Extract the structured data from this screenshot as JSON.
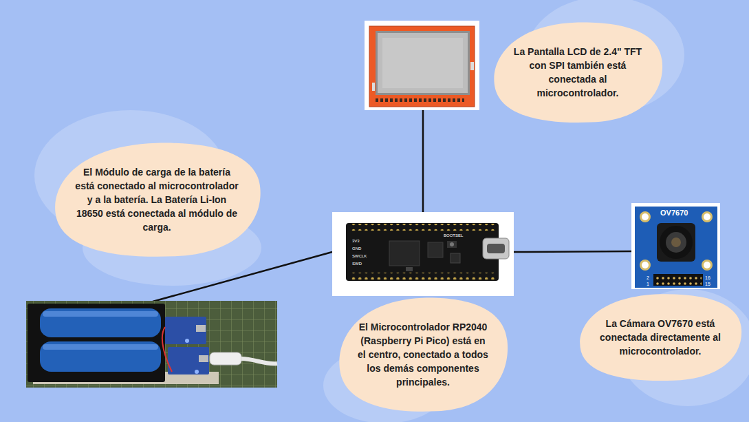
{
  "diagram": {
    "nodes": [
      {
        "text": [
          "La Pantalla LCD de 2.4\" TFT con SPI también está conectada al microcontrolador."
        ]
      },
      {
        "text": [
          "El Módulo de carga de la batería está conectado al microcontrolador y a la batería. La Batería Li-Ion 18650 está conectada al módulo de carga."
        ]
      },
      {
        "text": [
          "El Microcontrolador RP2040 (Raspberry Pi Pico) está en el centro, conectado a todos los demás componentes principales."
        ]
      },
      {
        "text": [
          "La Cámara OV7670 está conectada directamente al microcontrolador."
        ]
      }
    ],
    "labels": [
      "3V3",
      "GND",
      "SWCLK",
      "SWD",
      "BOOTSEL",
      "OV7670",
      "2",
      "1",
      "16",
      "15"
    ]
  }
}
